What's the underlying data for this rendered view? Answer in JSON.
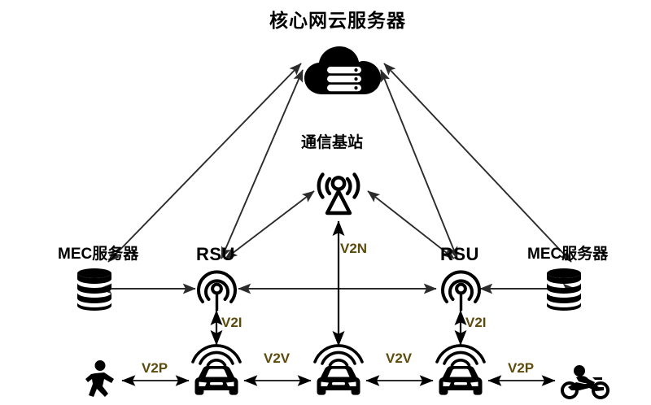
{
  "diagram": {
    "title": "核心网云服务器",
    "background_color": "#ffffff",
    "stroke_color": "#000000",
    "link_label_color": "#5d4a0d"
  },
  "nodes": {
    "cloud": {
      "label": "核心网云服务器",
      "icon": "cloud-server-icon"
    },
    "base_station": {
      "label": "通信基站",
      "icon": "cell-tower-icon"
    },
    "mec_left": {
      "label": "MEC服务器",
      "icon": "database-icon"
    },
    "mec_right": {
      "label": "MEC服务器",
      "icon": "database-icon"
    },
    "rsu_left": {
      "label": "RSU",
      "icon": "rsu-antenna-icon"
    },
    "rsu_right": {
      "label": "RSU",
      "icon": "rsu-antenna-icon"
    },
    "pedestrian": {
      "label": "",
      "icon": "pedestrian-icon"
    },
    "motorcycle": {
      "label": "",
      "icon": "motorcycle-icon"
    },
    "car_left": {
      "label": "",
      "icon": "car-with-signal-icon"
    },
    "car_center": {
      "label": "",
      "icon": "car-with-signal-icon"
    },
    "car_right": {
      "label": "",
      "icon": "car-with-signal-icon"
    }
  },
  "links": [
    {
      "id": "v2p-left",
      "label": "V2P",
      "from": "pedestrian",
      "to": "car_left"
    },
    {
      "id": "v2v-left",
      "label": "V2V",
      "from": "car_left",
      "to": "car_center"
    },
    {
      "id": "v2v-right",
      "label": "V2V",
      "from": "car_center",
      "to": "car_right"
    },
    {
      "id": "v2p-right",
      "label": "V2P",
      "from": "car_right",
      "to": "motorcycle"
    },
    {
      "id": "v2i-left",
      "label": "V2I",
      "from": "car_left",
      "to": "rsu_left"
    },
    {
      "id": "v2i-right",
      "label": "V2I",
      "from": "car_right",
      "to": "rsu_right"
    },
    {
      "id": "v2n-center",
      "label": "V2N",
      "from": "car_center",
      "to": "base_station"
    }
  ],
  "unlabeled_links": [
    {
      "from": "mec_left",
      "to": "cloud"
    },
    {
      "from": "rsu_left",
      "to": "cloud"
    },
    {
      "from": "rsu_right",
      "to": "cloud"
    },
    {
      "from": "mec_right",
      "to": "cloud"
    },
    {
      "from": "rsu_left",
      "to": "base_station"
    },
    {
      "from": "rsu_right",
      "to": "base_station"
    },
    {
      "from": "mec_left",
      "to": "rsu_left"
    },
    {
      "from": "rsu_left",
      "to": "rsu_right"
    },
    {
      "from": "rsu_right",
      "to": "mec_right"
    }
  ]
}
